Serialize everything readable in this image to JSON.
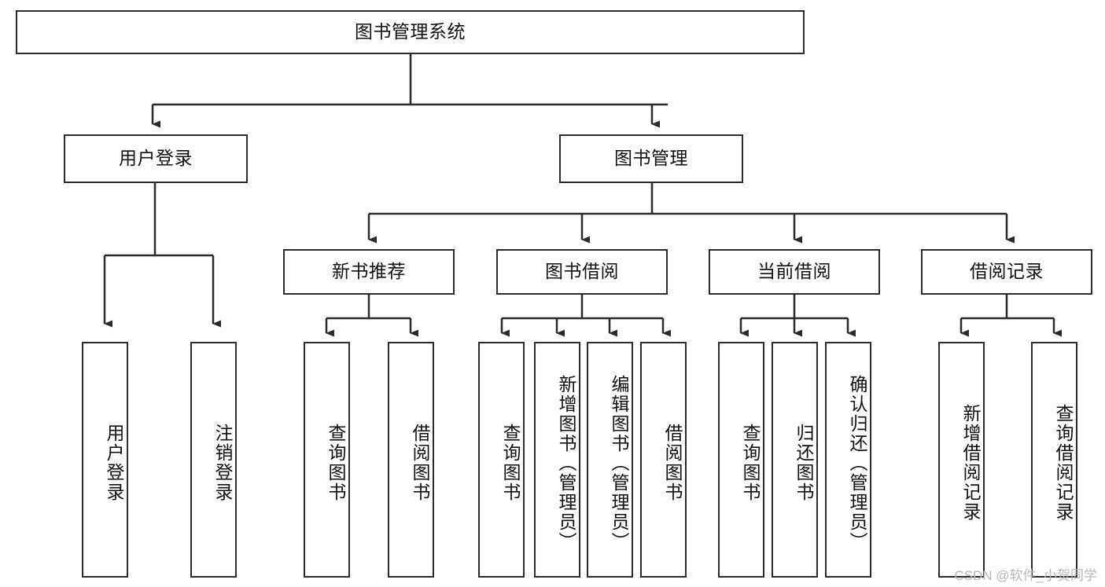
{
  "diagram": {
    "type": "tree",
    "title": "图书管理系统",
    "watermark": "CSDN @软件_小贺同学",
    "colors": {
      "border": "#2b2b2b",
      "background": "#ffffff",
      "text": "#111111",
      "connector": "#2b2b2b",
      "watermark": "#b9b9b9"
    },
    "root": {
      "label": "图书管理系统"
    },
    "level2": [
      {
        "label": "用户登录"
      },
      {
        "label": "图书管理"
      }
    ],
    "level3": [
      {
        "label": "新书推荐"
      },
      {
        "label": "图书借阅"
      },
      {
        "label": "当前借阅"
      },
      {
        "label": "借阅记录"
      }
    ],
    "leaves": {
      "user_login": [
        {
          "label": "用户登录"
        },
        {
          "label": "注销登录"
        }
      ],
      "new_book_recommend": [
        {
          "label": "查询图书"
        },
        {
          "label": "借阅图书"
        }
      ],
      "book_borrow": [
        {
          "label": "查询图书"
        },
        {
          "label": "新增图书（管理员）"
        },
        {
          "label": "编辑图书（管理员）"
        },
        {
          "label": "借阅图书"
        }
      ],
      "current_borrow": [
        {
          "label": "查询图书"
        },
        {
          "label": "归还图书"
        },
        {
          "label": "确认归还（管理员）"
        }
      ],
      "borrow_record": [
        {
          "label": "新增借阅记录"
        },
        {
          "label": "查询借阅记录"
        }
      ]
    }
  }
}
